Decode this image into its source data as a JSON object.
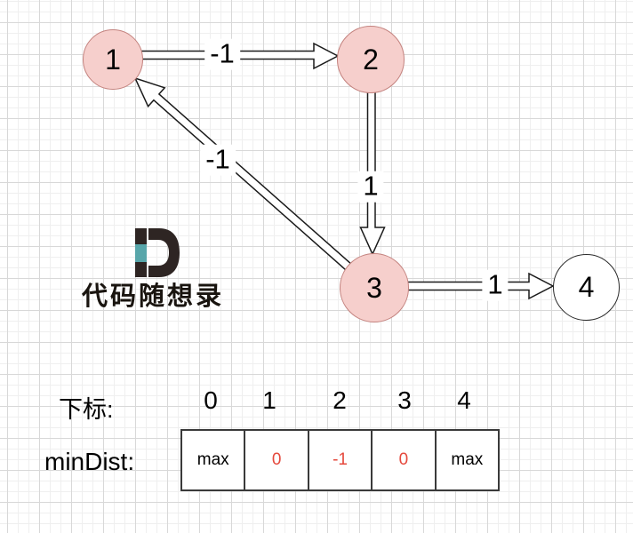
{
  "colors": {
    "node_fill": "#f6cfcc",
    "node_stroke": "#c3827e",
    "plain_node_fill": "#ffffff",
    "plain_node_stroke": "#2b2b2b",
    "updated_value": "#e5493d",
    "ink": "#1a1a1a",
    "logo_dark": "#2e2523",
    "logo_teal": "#58a6aa",
    "grid_minor": "#efefef",
    "grid_major": "#d8d8d8"
  },
  "watermark": {
    "logo_letter": "D",
    "brand": "代码随想录"
  },
  "graph": {
    "nodes": [
      {
        "label": "1",
        "state": "visited"
      },
      {
        "label": "2",
        "state": "visited"
      },
      {
        "label": "3",
        "state": "visited"
      },
      {
        "label": "4",
        "state": "unvisited"
      }
    ],
    "edges": [
      {
        "from": "1",
        "to": "2",
        "weight": "-1"
      },
      {
        "from": "3",
        "to": "1",
        "weight": "-1"
      },
      {
        "from": "2",
        "to": "3",
        "weight": "1"
      },
      {
        "from": "3",
        "to": "4",
        "weight": "1"
      }
    ]
  },
  "index_row": {
    "label": "下标:",
    "indices": [
      "0",
      "1",
      "2",
      "3",
      "4"
    ]
  },
  "min_dist": {
    "label": "minDist:",
    "cells": [
      {
        "value": "max",
        "state": "default"
      },
      {
        "value": "0",
        "state": "updated"
      },
      {
        "value": "-1",
        "state": "updated"
      },
      {
        "value": "0",
        "state": "updated"
      },
      {
        "value": "max",
        "state": "default"
      }
    ]
  }
}
